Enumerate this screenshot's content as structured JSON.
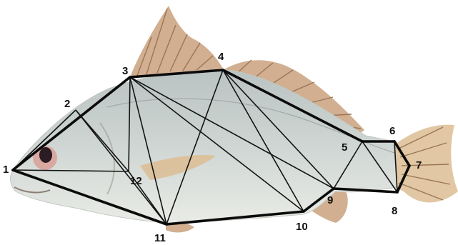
{
  "figure": {
    "subject": "fish-photo",
    "colors": {
      "outline": "#0b0b0b",
      "truss": "#141414",
      "body_top": "#b9c3c2",
      "body_mid": "#cfd6d3",
      "body_belly": "#e9ebe6",
      "fin": "#c9a17d",
      "fin_ray": "#9b7656",
      "tail": "#dcbd93",
      "eye_ring": "#d9a8a0",
      "eye_pupil": "#2a1c22"
    }
  },
  "landmarks": [
    {
      "id": "1",
      "label": "1"
    },
    {
      "id": "2",
      "label": "2"
    },
    {
      "id": "3",
      "label": "3"
    },
    {
      "id": "4",
      "label": "4"
    },
    {
      "id": "5",
      "label": "5"
    },
    {
      "id": "6",
      "label": "6"
    },
    {
      "id": "7",
      "label": "7"
    },
    {
      "id": "8",
      "label": "8"
    },
    {
      "id": "9",
      "label": "9"
    },
    {
      "id": "10",
      "label": "10"
    },
    {
      "id": "11",
      "label": "11"
    },
    {
      "id": "12",
      "label": "12"
    }
  ],
  "outline_edges": [
    [
      "1",
      "3"
    ],
    [
      "3",
      "4"
    ],
    [
      "4",
      "5"
    ],
    [
      "5",
      "6"
    ],
    [
      "6",
      "7"
    ],
    [
      "7",
      "8"
    ],
    [
      "8",
      "9"
    ],
    [
      "9",
      "10"
    ],
    [
      "10",
      "11"
    ],
    [
      "11",
      "1"
    ]
  ],
  "truss_edges": [
    [
      "1",
      "2"
    ],
    [
      "2",
      "12"
    ],
    [
      "2",
      "11"
    ],
    [
      "1",
      "12"
    ],
    [
      "12",
      "11"
    ],
    [
      "3",
      "12"
    ],
    [
      "3",
      "11"
    ],
    [
      "3",
      "10"
    ],
    [
      "3",
      "9"
    ],
    [
      "4",
      "11"
    ],
    [
      "4",
      "10"
    ],
    [
      "4",
      "9"
    ],
    [
      "5",
      "9"
    ],
    [
      "5",
      "8"
    ],
    [
      "6",
      "8"
    ]
  ]
}
